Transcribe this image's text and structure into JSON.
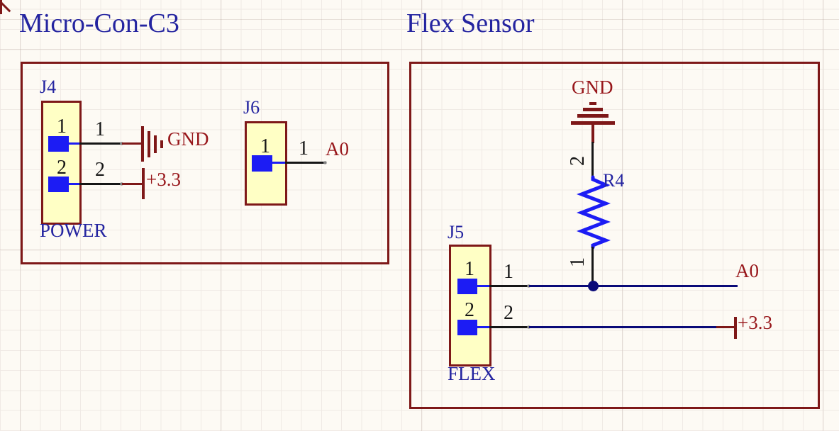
{
  "palette": {
    "section_border": "#7E1818",
    "title_navy": "#2424A0",
    "wire_black": "#161616",
    "wire_navy": "#0A0A78",
    "net_red": "#97161A",
    "pin_blue": "#1C1CF4",
    "part_fill": "#FFFFC5",
    "background": "#FDFAF4"
  },
  "blocks": {
    "micro": {
      "title": "Micro-Con-C3",
      "j4": {
        "ref": "J4",
        "name": "POWER",
        "pin1": {
          "number": "1",
          "wire_label": "1",
          "net": "GND"
        },
        "pin2": {
          "number": "2",
          "wire_label": "2",
          "net": "+3.3"
        }
      },
      "j6": {
        "ref": "J6",
        "pin1": {
          "number": "1",
          "wire_label": "1",
          "net": "A0"
        }
      }
    },
    "flex": {
      "title": "Flex Sensor",
      "gnd_net": "GND",
      "r4": {
        "ref": "R4",
        "pin2_label": "2",
        "pin1_label": "1"
      },
      "j5": {
        "ref": "J5",
        "name": "FLEX",
        "pin1": {
          "number": "1",
          "wire_label": "1"
        },
        "pin2": {
          "number": "2",
          "wire_label": "2"
        }
      },
      "net_a0": "A0",
      "net_33": "+3.3"
    }
  }
}
